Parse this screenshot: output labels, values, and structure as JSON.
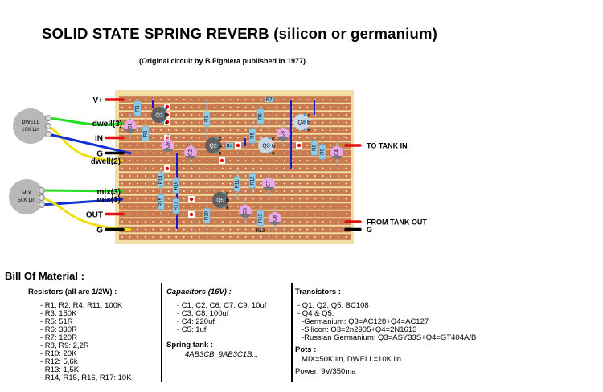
{
  "title": "SOLID STATE SPRING REVERB (silicon or germanium)",
  "subtitle": "(Original circuit by B.Fighiera published in 1977)",
  "pots": {
    "dwell": {
      "name": "DWELL",
      "value": "10K Lin"
    },
    "mix": {
      "name": "MIX",
      "value": "50K Lin"
    }
  },
  "connections_left": {
    "vplus": "V+",
    "in": "IN",
    "g1": "G",
    "dwell3": "dwell(3)",
    "dwell2": "dwell(2)",
    "mix3": "mix(3)",
    "mix1": "mix(1)",
    "out": "OUT",
    "g2": "G"
  },
  "connections_right": {
    "to_tank_in": "TO TANK IN",
    "from_tank_out": "FROM TANK OUT",
    "g": "G"
  },
  "components": {
    "R1": "R1",
    "R2": "R2",
    "R3": "R3",
    "R4": "R4",
    "R5": "R5",
    "R6": "R6",
    "R7": "R7",
    "R8": "R8",
    "R9": "R9",
    "R10": "R10",
    "R11": "R11",
    "R12": "R12",
    "R13": "R13",
    "R14": "R14",
    "R15": "R15",
    "R16": "R16",
    "R17": "R17",
    "C1": "C1",
    "C2": "C2",
    "C3": "C3",
    "C4": "C4",
    "C5": "C5",
    "C7": "C7",
    "C8": "C8",
    "C9": "C9",
    "Q1": "Q1",
    "Q2": "Q2",
    "Q3": "Q3",
    "Q4": "Q4",
    "Q5": "Q5"
  },
  "pins": {
    "c": "c",
    "b": "b",
    "e": "e"
  },
  "colors": {
    "board": "#c97a4f",
    "board_frame": "#f2dfa6",
    "strip_gap": "#f5dca8",
    "resistor": "#8ecae8",
    "capacitor": "#e6a8e6",
    "transistor_dark": "#606060",
    "transistor_light": "#c8d8e8",
    "link": "#1a1acc",
    "wire_red": "#e01010",
    "wire_black": "#000000",
    "wire_green": "#22dd22",
    "wire_blue": "#1030d0",
    "wire_yellow": "#f0e010",
    "pot": "#b8b8b8"
  },
  "bom": {
    "heading": "Bill Of Material :",
    "resistors": {
      "title": "Resistors (all are 1/2W) :",
      "items": [
        "- R1, R2, R4, R11: 100K",
        "- R3: 150K",
        "- R5: 51R",
        "- R6: 330R",
        "- R7: 120R",
        "- R8, R9: 2,2R",
        "- R10: 20K",
        "- R12: 5,6k",
        "- R13: 1,5K",
        "- R14, R15, R16, R17: 10K"
      ]
    },
    "capacitors": {
      "title": "Capacitors (16V) :",
      "items": [
        "- C1, C2, C6, C7, C9: 10uf",
        "- C3, C8: 100uf",
        "- C4: 220uf",
        "- C5: 1uf"
      ]
    },
    "spring_tank": {
      "title": "Spring tank :",
      "value": "4AB3CB, 9AB3C1B..."
    },
    "transistors": {
      "title": "Transistors :",
      "items": [
        "- Q1, Q2, Q5: BC108",
        "- Q4 & Q5:"
      ],
      "subitems": [
        "-Germanium: Q3=AC128+Q4=AC127",
        "-Silicon: Q3=2n2905+Q4=2N1613",
        "-Russian Germanium: Q3=ASY33S+Q4=GT404A/B"
      ]
    },
    "pots": {
      "title": "Pots :",
      "value": "MIX=50K lin, DWELL=10K lin"
    },
    "power": "Power: 9V/350ma"
  }
}
